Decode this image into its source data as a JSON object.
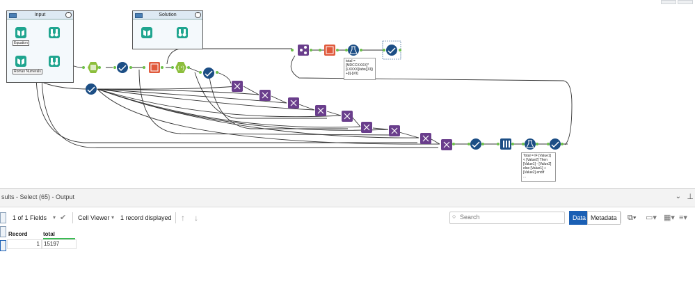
{
  "canvas": {
    "containers": [
      {
        "title": "Input"
      },
      {
        "title": "Solution"
      }
    ],
    "labels": {
      "equation": "Equation",
      "roman": "Roman Numerals"
    },
    "annotations": {
      "formula1": "total =\n[MDCCXXXX]*\n[LXXXX]/abs([XI])\n+[I]-[VII]",
      "formula2": "Total = IF [Value1]\n< [Value2] Then\n[Value1] - [Value2]\nelse [Value1] +\n[Value2] endif\n..."
    },
    "icons": {
      "input": "book-input-icon",
      "browse": "binoculars-icon",
      "select": "select-check-icon",
      "formula": "formula-flask-icon",
      "join": "join-scissors-icon",
      "append": "append-fields-icon",
      "union": "union-icon",
      "crosstab": "crosstab-icon"
    },
    "colors": {
      "teal": "#1fa58f",
      "navy": "#1c4e85",
      "purple": "#6a3e8c",
      "orange": "#e05a3c",
      "olive": "#8cbe3c"
    }
  },
  "results": {
    "title": "sults - Select (65) - Output",
    "toolbar": {
      "fields": "1 of 1 Fields",
      "viewer": "Cell Viewer",
      "records": "1 record displayed",
      "search_placeholder": "Search",
      "data_btn": "Data",
      "metadata_btn": "Metadata"
    },
    "table": {
      "headers": [
        "Record",
        "total"
      ],
      "rows": [
        {
          "record": "1",
          "total": "15197"
        }
      ]
    }
  }
}
